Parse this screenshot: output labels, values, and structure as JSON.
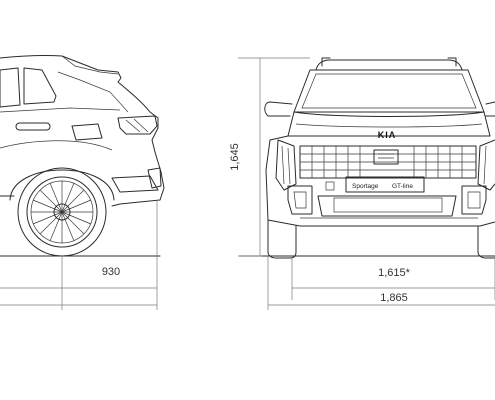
{
  "dimensions": {
    "rear_overhang": "930",
    "height": "1,645",
    "track": "1,615*",
    "width": "1,865"
  },
  "front_view": {
    "brand_logo": "KIA",
    "model_badge_main": "Sportage",
    "model_badge_trim": "GT-line"
  }
}
